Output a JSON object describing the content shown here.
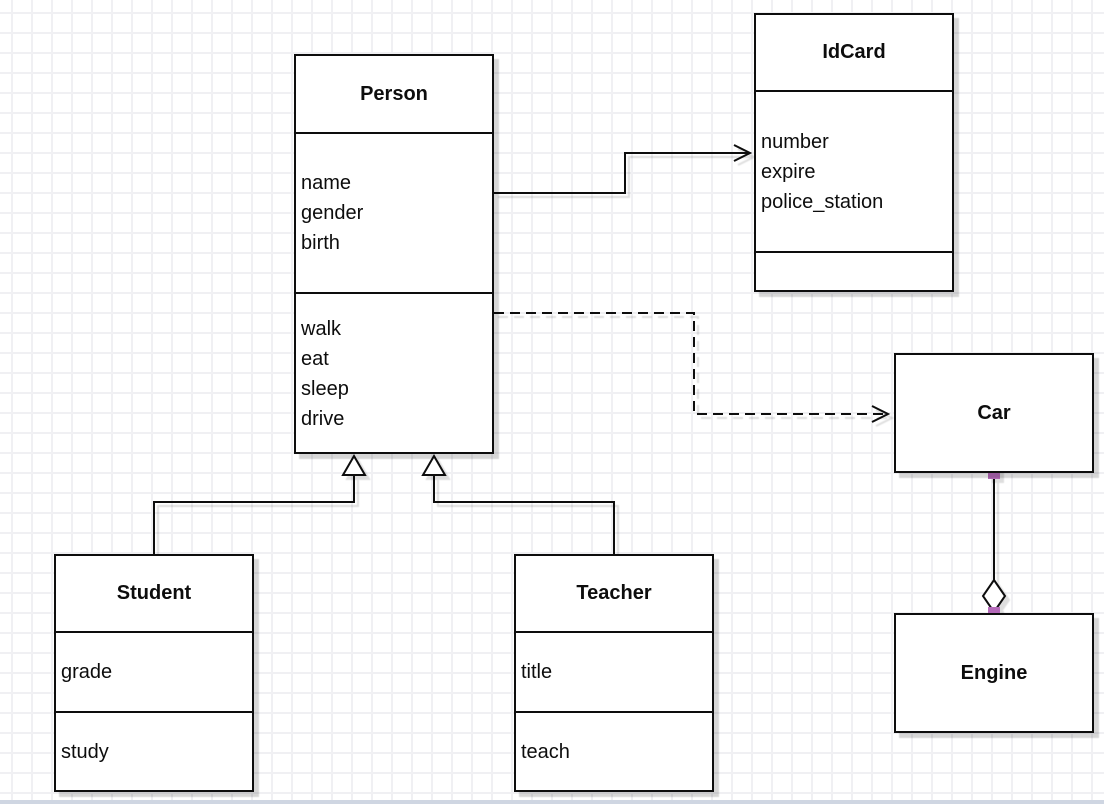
{
  "diagram": {
    "kind": "uml-class-diagram",
    "classes": [
      {
        "id": "person",
        "title": "Person",
        "attributes": [
          "name",
          "gender",
          "birth"
        ],
        "methods": [
          "walk",
          "eat",
          "sleep",
          "drive"
        ]
      },
      {
        "id": "idcard",
        "title": "IdCard",
        "attributes": [
          "number",
          "expire",
          "police_station"
        ],
        "methods": []
      },
      {
        "id": "car",
        "title": "Car",
        "attributes": [],
        "methods": []
      },
      {
        "id": "engine",
        "title": "Engine",
        "attributes": [],
        "methods": []
      },
      {
        "id": "student",
        "title": "Student",
        "attributes": [
          "grade"
        ],
        "methods": [
          "study"
        ]
      },
      {
        "id": "teacher",
        "title": "Teacher",
        "attributes": [
          "title"
        ],
        "methods": [
          "teach"
        ]
      }
    ],
    "relationships": [
      {
        "from": "Person",
        "to": "IdCard",
        "type": "association",
        "line": "solid",
        "arrowhead": "open-arrow"
      },
      {
        "from": "Person",
        "to": "Car",
        "type": "dependency",
        "line": "dashed",
        "arrowhead": "open-arrow"
      },
      {
        "from": "Student",
        "to": "Person",
        "type": "generalization",
        "line": "solid",
        "arrowhead": "hollow-triangle"
      },
      {
        "from": "Teacher",
        "to": "Person",
        "type": "generalization",
        "line": "solid",
        "arrowhead": "hollow-triangle"
      },
      {
        "from": "Car",
        "to": "Engine",
        "type": "aggregation",
        "line": "solid",
        "arrowhead": "hollow-diamond"
      }
    ],
    "colors": {
      "endpoint_marker": "#b469b9",
      "box_border": "#0d0d0d",
      "grid_line": "#f0f0f3",
      "background": "#ffffff"
    }
  }
}
